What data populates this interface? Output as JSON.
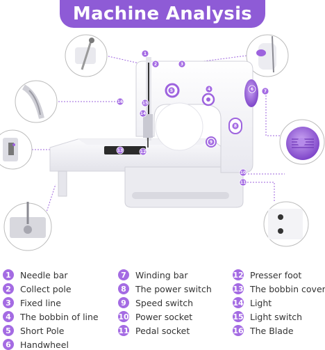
{
  "title": "Machine Analysis",
  "legend": {
    "col1": [
      {
        "num": "1",
        "label": "Needle bar"
      },
      {
        "num": "2",
        "label": "Collect pole"
      },
      {
        "num": "3",
        "label": "Fixed line"
      },
      {
        "num": "4",
        "label": "The bobbin of line"
      },
      {
        "num": "5",
        "label": "Short Pole"
      },
      {
        "num": "6",
        "label": "Handwheel"
      }
    ],
    "col2": [
      {
        "num": "7",
        "label": "Winding bar"
      },
      {
        "num": "8",
        "label": "The power switch"
      },
      {
        "num": "9",
        "label": "Speed switch"
      },
      {
        "num": "10",
        "label": "Power socket"
      },
      {
        "num": "11",
        "label": "Pedal socket"
      }
    ],
    "col3": [
      {
        "num": "12",
        "label": "Presser foot"
      },
      {
        "num": "13",
        "label": "The bobbin cover"
      },
      {
        "num": "14",
        "label": "Light"
      },
      {
        "num": "15",
        "label": "Light switch"
      },
      {
        "num": "16",
        "label": "The Blade"
      }
    ]
  },
  "markers": [
    "1",
    "2",
    "3",
    "4",
    "5",
    "6",
    "7",
    "8",
    "9",
    "10",
    "11",
    "12",
    "13",
    "14",
    "15",
    "16"
  ],
  "colors": {
    "accent": "#8e5bd6",
    "badge": "#a46be3",
    "machine_white": "#f7f7fa",
    "purple_dial": "#9d63de"
  }
}
